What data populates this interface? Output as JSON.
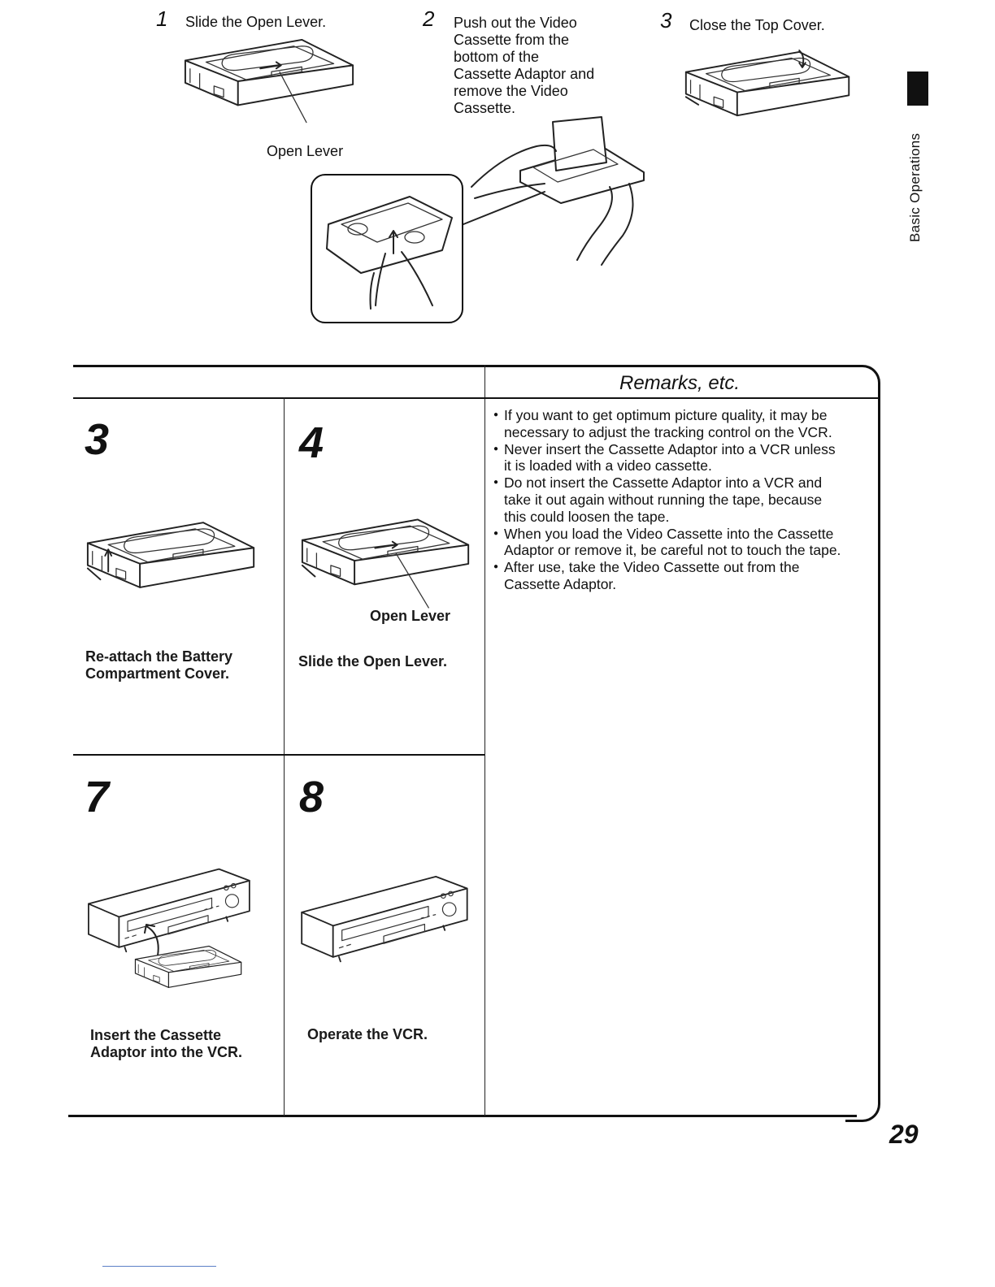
{
  "top_steps": [
    {
      "number": "1",
      "text": "Slide the Open Lever."
    },
    {
      "number": "2",
      "lines": [
        "Push out the Video",
        "Cassette from the",
        "bottom of the",
        "Cassette Adaptor and",
        "remove the Video",
        "Cassette."
      ]
    },
    {
      "number": "3",
      "text": "Close the Top Cover."
    }
  ],
  "open_lever_label": "Open Lever",
  "side_tab": {
    "label": "Basic Operations"
  },
  "grid": {
    "remarks_title": "Remarks, etc.",
    "steps": [
      {
        "number": "3",
        "caption": [
          "Re-attach the Battery",
          "Compartment Cover."
        ]
      },
      {
        "number": "4",
        "caption": [
          "Slide the Open Lever."
        ],
        "lever_label": "Open Lever"
      },
      {
        "number": "7",
        "caption": [
          "Insert the Cassette",
          "Adaptor into the VCR."
        ]
      },
      {
        "number": "8",
        "caption": [
          "Operate the VCR."
        ]
      }
    ],
    "remarks": [
      {
        "lines": [
          "If you want to get optimum picture quality, it may be",
          "necessary to adjust the tracking control on the VCR."
        ]
      },
      {
        "lines": [
          "Never insert the Cassette Adaptor into a VCR unless",
          "it is loaded with a video cassette."
        ]
      },
      {
        "lines": [
          "Do not insert the Cassette Adaptor into a VCR and",
          "take it out again without running the tape, because",
          "this could loosen the tape."
        ]
      },
      {
        "lines": [
          "When you load the Video Cassette into the Cassette",
          "Adaptor or remove it, be careful not to touch the tape."
        ]
      },
      {
        "lines": [
          "After use, take the Video Cassette out from the",
          "Cassette Adaptor."
        ]
      }
    ]
  },
  "page_number": "29"
}
